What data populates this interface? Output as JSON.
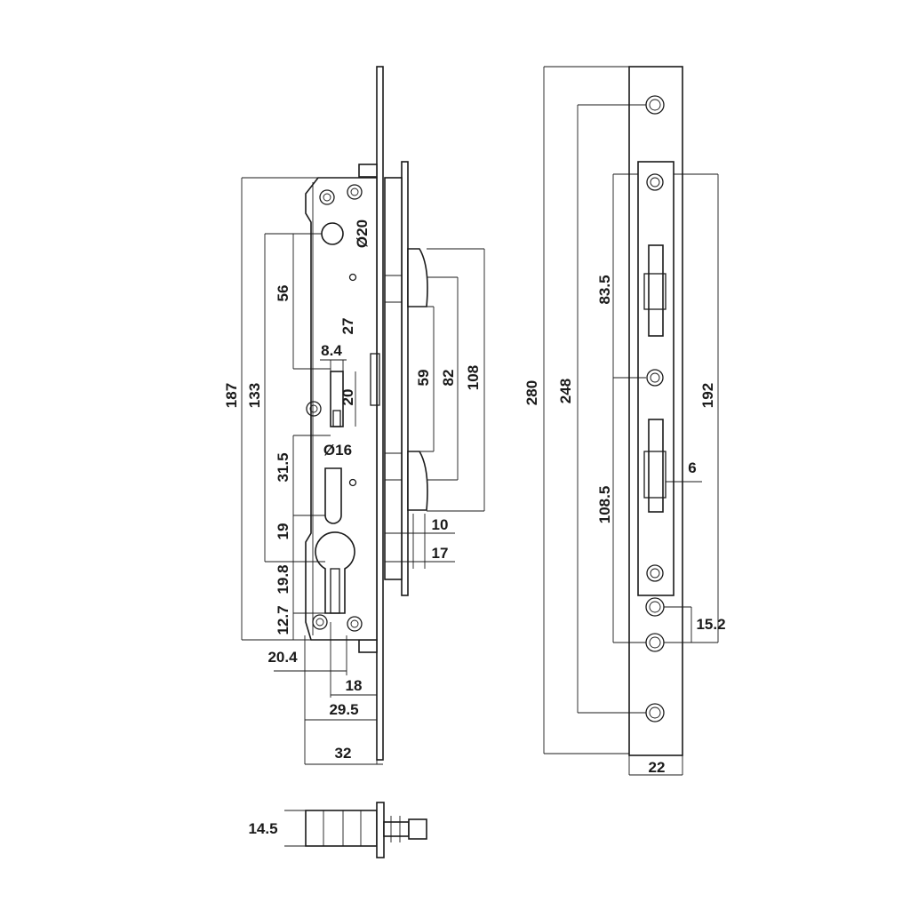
{
  "colors": {
    "ink": "#1a1a1a",
    "paper": "#ffffff"
  },
  "front_view": {
    "dim_187": "187",
    "dim_133": "133",
    "dim_56": "56",
    "dim_27": "27",
    "dim_8_4": "8.4",
    "dim_20": "20",
    "dim_d20": "Ø20",
    "dim_d16": "Ø16",
    "dim_31_5": "31.5",
    "dim_19": "19",
    "dim_19_8": "19.8",
    "dim_12_7": "12.7",
    "dim_20_4": "20.4",
    "dim_18": "18",
    "dim_29_5": "29.5",
    "dim_32": "32"
  },
  "side_view": {
    "dim_59": "59",
    "dim_82": "82",
    "dim_108": "108",
    "dim_10": "10",
    "dim_17": "17"
  },
  "faceplate_view": {
    "dim_280": "280",
    "dim_248": "248",
    "dim_83_5": "83.5",
    "dim_192": "192",
    "dim_6": "6",
    "dim_108_5": "108.5",
    "dim_15_2": "15.2",
    "dim_22": "22"
  },
  "bottom_view": {
    "dim_14_5": "14.5"
  }
}
